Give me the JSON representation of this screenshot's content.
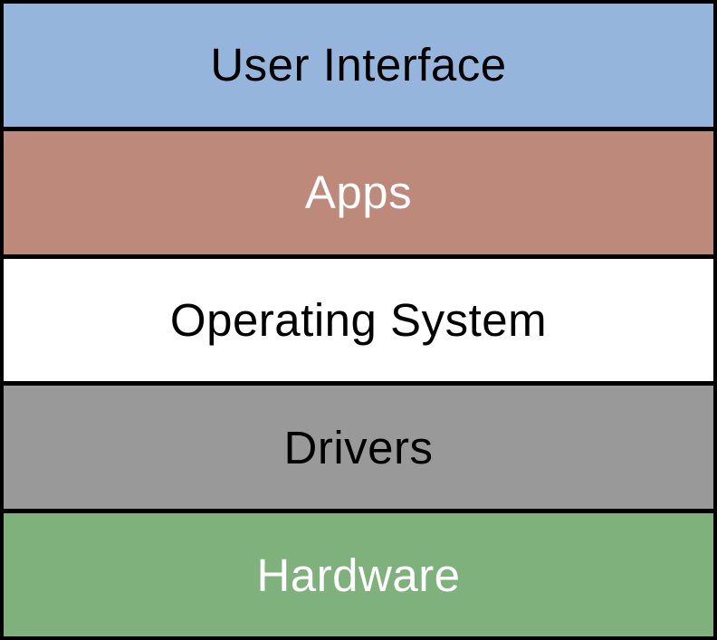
{
  "diagram": {
    "border_color": "#000000",
    "layers": [
      {
        "label": "User Interface",
        "bg": "#95b5dc",
        "text_color": "#000000"
      },
      {
        "label": "Apps",
        "bg": "#bd897b",
        "text_color": "#ffffff"
      },
      {
        "label": "Operating System",
        "bg": "#ffffff",
        "text_color": "#000000"
      },
      {
        "label": "Drivers",
        "bg": "#999999",
        "text_color": "#000000"
      },
      {
        "label": "Hardware",
        "bg": "#7fb17c",
        "text_color": "#ffffff"
      }
    ]
  }
}
